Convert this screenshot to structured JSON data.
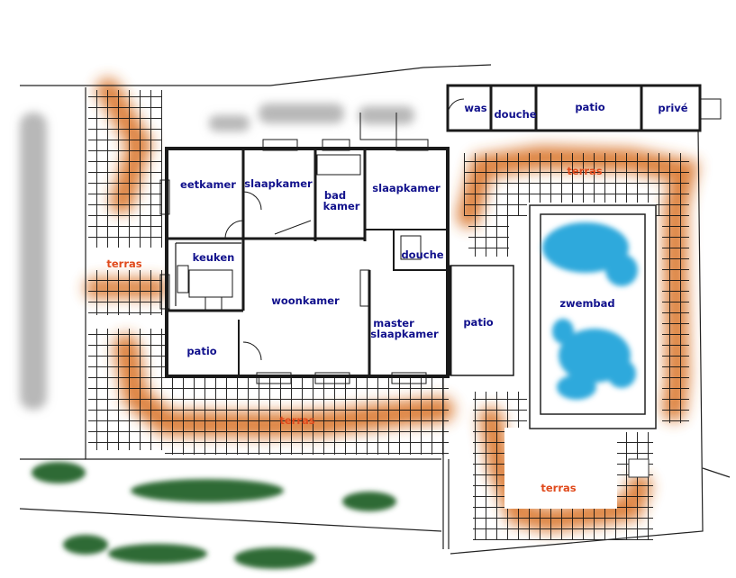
{
  "rooms": {
    "was": "was",
    "douche_top": "douche",
    "patio_top": "patio",
    "prive": "privé",
    "eetkamer": "eetkamer",
    "slaapkamer1": "slaapkamer",
    "badkamer_line1": "bad",
    "badkamer_line2": "kamer",
    "slaapkamer2": "slaapkamer",
    "keuken": "keuken",
    "douche_mid": "douche",
    "woonkamer": "woonkamer",
    "master_line1": "master",
    "master_line2": "slaapkamer",
    "patio_left": "patio",
    "patio_right": "patio",
    "zwembad": "zwembad"
  },
  "terraces": {
    "left": "terras",
    "top_right": "terras",
    "bottom": "terras",
    "bottom_right": "terras"
  },
  "colors": {
    "wall": "#1a1a1a",
    "room_label": "#11118c",
    "terrace_label": "#e04a1c",
    "terrace_glow": "#d9742c",
    "pool_water": "#2fa9dc",
    "hedge": "#2f6b35",
    "blur_grey": "#b8b8b8"
  }
}
